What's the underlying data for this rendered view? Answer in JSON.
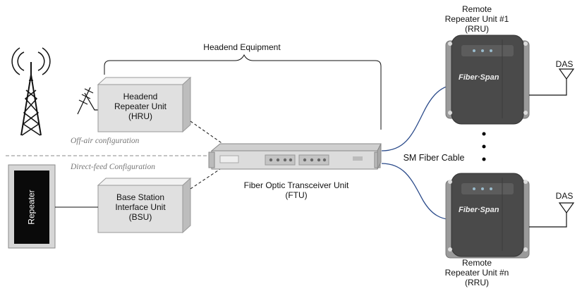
{
  "headend_equipment_label": "Headend Equipment",
  "hru": {
    "line1": "Headend",
    "line2": "Repeater Unit",
    "line3": "(HRU)"
  },
  "bsu": {
    "line1": "Base Station",
    "line2": "Interface Unit",
    "line3": "(BSU)"
  },
  "off_air_label": "Off-air configuration",
  "direct_feed_label": "Direct-feed Configuration",
  "repeater_cabinet_label": "Repeater",
  "ftu": {
    "line1": "Fiber Optic Transceiver Unit",
    "line2": "(FTU)"
  },
  "sm_fiber_label": "SM Fiber Cable",
  "rru1": {
    "line1": "Remote",
    "line2": "Repeater Unit #1",
    "line3": "(RRU)"
  },
  "rrun": {
    "line1": "Remote",
    "line2": "Repeater Unit #n",
    "line3": "(RRU)"
  },
  "das_top_label": "DAS",
  "das_bottom_label": "DAS",
  "rru_brand": "Fiber·Span",
  "colors": {
    "box_fill": "#e0e0e0",
    "fiber_line": "#2a4a8a",
    "rru_body": "#4a4a4a",
    "cabinet_body": "#0a0a0a"
  }
}
